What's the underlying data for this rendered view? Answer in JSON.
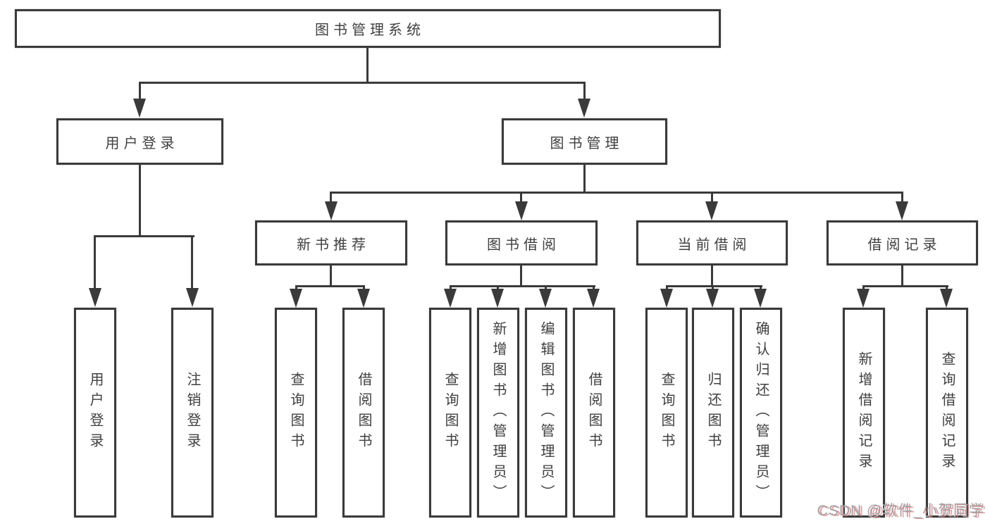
{
  "diagram": {
    "root": {
      "label": "图书管理系统"
    },
    "level2": [
      {
        "label": "用户登录"
      },
      {
        "label": "图书管理"
      }
    ],
    "level3": [
      {
        "label": "新书推荐"
      },
      {
        "label": "图书借阅"
      },
      {
        "label": "当前借阅"
      },
      {
        "label": "借阅记录"
      }
    ],
    "leaves": {
      "user_login": [
        "用户登录",
        "注销登录"
      ],
      "new_books": [
        "查询图书",
        "借阅图书"
      ],
      "book_borrow": [
        "查询图书",
        "新增图书（管理员）",
        "编辑图书（管理员）",
        "借阅图书"
      ],
      "current_borrow": [
        "查询图书",
        "归还图书",
        "确认归还（管理员）"
      ],
      "borrow_records": [
        "新增借阅记录",
        "查询借阅记录"
      ]
    },
    "watermark": "CSDN @软件_小贺同学",
    "colors": {
      "line": "#3a3a3a",
      "text": "#3f3f3f",
      "background": "#ffffff",
      "watermark_text": "#9fa0a4",
      "watermark_shadow": "#de7d7d"
    }
  }
}
